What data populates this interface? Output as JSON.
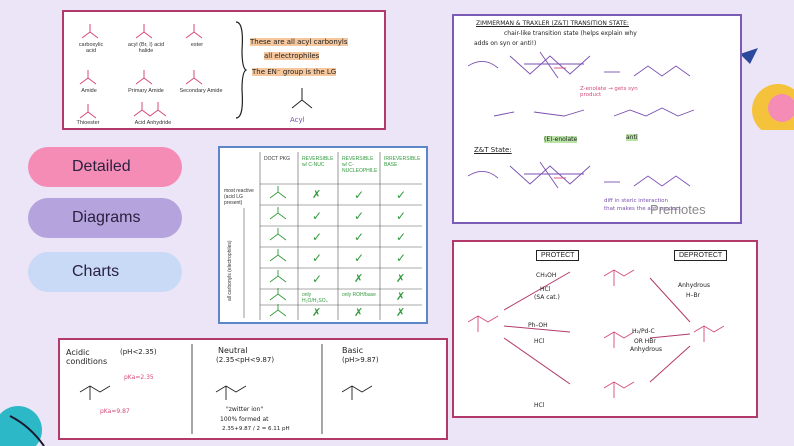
{
  "pills": {
    "detailed": "Detailed",
    "diagrams": "Diagrams",
    "charts": "Charts"
  },
  "colors": {
    "background": "#ece4f7",
    "pill_detailed": "#f48cb6",
    "pill_diagrams": "#b4a3dc",
    "pill_charts": "#c9daf6",
    "card_border_pink": "#b23a6a",
    "card_border_blue": "#5b86c8",
    "card_border_purple": "#7a5bb5",
    "ink_pink": "#d44a7a",
    "ink_purple": "#7a4fb0",
    "ink_green": "#2f9a3a"
  },
  "acyl_card": {
    "labels": [
      "carboxylic acid",
      "acyl (Br, I) acid halide",
      "ester",
      "Amide",
      "Primary Amide",
      "Secondary Amide",
      "Thioester",
      "Acid Anhydride"
    ],
    "note_1": "These are all acyl carbonyls",
    "note_2": "all electrophiles",
    "note_3": "The EN⁻ group is the LG",
    "acyl_label": "Acyl"
  },
  "table_card": {
    "headers": [
      "DOCT PKG",
      "REVERSIBLE w/ C-NUC",
      "REVERSIBLE w/ C-NUCLEOPHILE",
      "IRREVERSIBLE BASE"
    ],
    "row_axis": "most reactive (acid LG present)",
    "side_axis": "all carbonyls (electrophiles)",
    "row_marks": [
      [
        "✗",
        "✓",
        "✓"
      ],
      [
        "✓",
        "✓",
        "✓"
      ],
      [
        "✓",
        "✓",
        "✓"
      ],
      [
        "✓",
        "✓",
        "✓"
      ],
      [
        "✓",
        "✗",
        "✗"
      ],
      [
        "only H₂O/H₂SO₄",
        "only ROH/base",
        "✗"
      ],
      [
        "✗",
        "✗",
        "✗"
      ]
    ]
  },
  "zt_card": {
    "title": "ZIMMERMAN & TRAXLER (Z&T) TRANSITION STATE:",
    "subtitle": "chair-like transition state (helps explain why",
    "subtitle_2": "adds on syn or anti!)",
    "note_a": "Z-enolate → gets syn product",
    "note_b": "(E)-enolate",
    "zt_state": "Z&T State:",
    "note_c": "diff in steric interaction",
    "note_d": "that makes the anti product",
    "anti_label": "anti",
    "watermark": "Premotes"
  },
  "protect_card": {
    "protect": "PROTECT",
    "deprotect": "DEPROTECT",
    "step1": "CH₃OH",
    "step1b": "HCl",
    "step1c": "(SA cat.)",
    "step2": "Ph–OH",
    "step2b": "HCl",
    "step3b": "HCl",
    "reagent_a": "Anhydrous",
    "reagent_a2": "H–Br",
    "reagent_b": "H₂/Pd-C",
    "reagent_b2": "OR HBr",
    "reagent_b3": "Anhydrous"
  },
  "ph_card": {
    "col1_title": "Acidic conditions",
    "col1_ph": "(pH<2.35)",
    "col1_pka1": "pKa=2.35",
    "col1_pka2": "pKa=9.87",
    "col2_title": "Neutral",
    "col2_ph": "(2.35<pH<9.87)",
    "col2_note1": "\"zwitter ion\"",
    "col2_note2": "100% formed at",
    "col2_calc": "2.35+9.87 / 2 = 6.11 pH",
    "col3_title": "Basic",
    "col3_ph": "(pH>9.87)"
  }
}
